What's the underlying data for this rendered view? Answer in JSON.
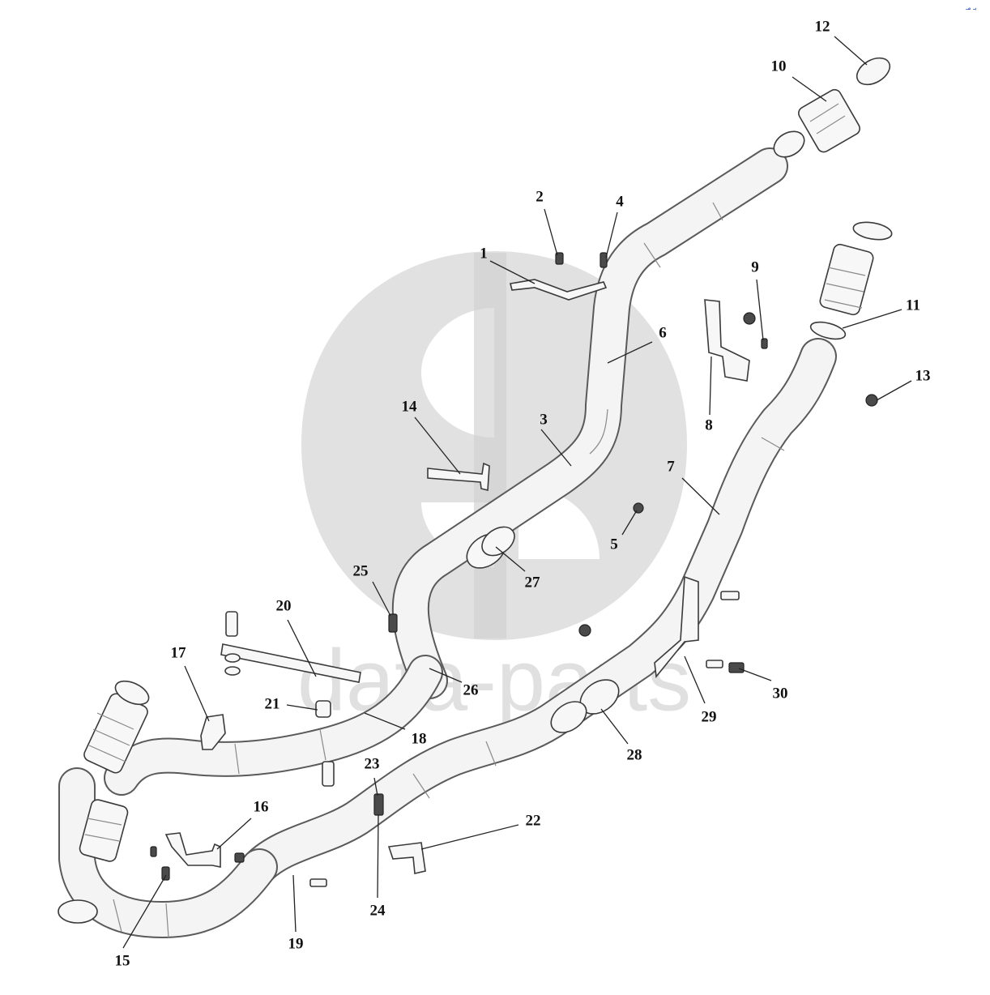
{
  "watermark": {
    "wordmark": "data-parts",
    "color": "#c8c8c8"
  },
  "corner_mark": "بـ مـ",
  "callouts": [
    {
      "label": "1"
    },
    {
      "label": "2"
    },
    {
      "label": "3"
    },
    {
      "label": "4"
    },
    {
      "label": "5"
    },
    {
      "label": "6"
    },
    {
      "label": "7"
    },
    {
      "label": "8"
    },
    {
      "label": "9"
    },
    {
      "label": "10"
    },
    {
      "label": "11"
    },
    {
      "label": "12"
    },
    {
      "label": "13"
    },
    {
      "label": "14"
    },
    {
      "label": "15"
    },
    {
      "label": "16"
    },
    {
      "label": "17"
    },
    {
      "label": "18"
    },
    {
      "label": "19"
    },
    {
      "label": "20"
    },
    {
      "label": "21"
    },
    {
      "label": "22"
    },
    {
      "label": "23"
    },
    {
      "label": "24"
    },
    {
      "label": "25"
    },
    {
      "label": "26"
    },
    {
      "label": "27"
    },
    {
      "label": "28"
    },
    {
      "label": "29"
    },
    {
      "label": "30"
    }
  ]
}
